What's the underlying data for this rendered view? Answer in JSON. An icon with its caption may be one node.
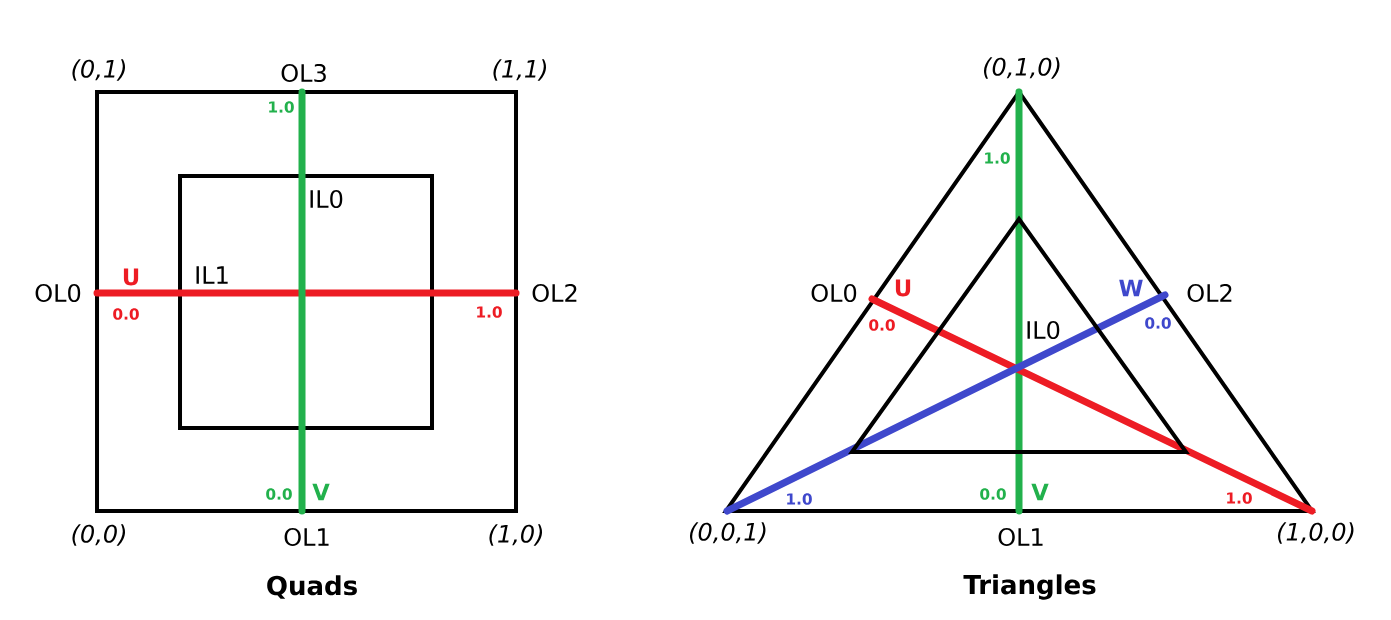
{
  "diagram": {
    "nodes": [
      {
        "text": [],
        "shape": "box",
        "beside": [
          "(0,1)",
          "OL3",
          "(1,1)",
          "OL0",
          "OL2",
          "(0,0)",
          "OL1",
          "(1,0)"
        ]
      },
      {
        "text": [
          "IL0",
          "IL1"
        ],
        "in": 0
      },
      {
        "text": [],
        "shape": "triangle",
        "beside": [
          "(0,1,0)",
          "OL0",
          "OL2",
          "(0,0,1)",
          "OL1",
          "(1,0,0)"
        ]
      },
      {
        "text": [
          "IL0"
        ],
        "in": 2
      }
    ],
    "labels": [
      "1.0",
      "U",
      "0.0",
      "1.0",
      "0.0",
      "V",
      "Quads",
      "1.0",
      "U",
      "W",
      "0.0",
      "0.0",
      "1.0",
      "0.0",
      "V",
      "1.0",
      "Triangles"
    ]
  }
}
